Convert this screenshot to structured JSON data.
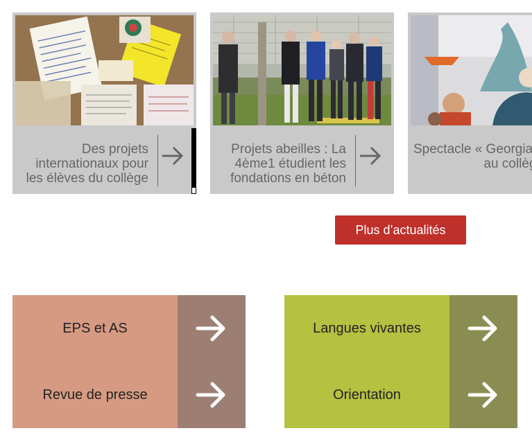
{
  "news": {
    "cards": [
      {
        "title": "Des projets internationaux pour les élèves du collège",
        "image": "letters-photo"
      },
      {
        "title": "Projets abeilles : La 4ème1 étudient les fondations en béton",
        "image": "group-outdoor-photo"
      },
      {
        "title": "Spectacle « Georgia » au collège",
        "image": "performance-photo"
      }
    ],
    "more_label": "Plus d’actualités"
  },
  "tiles": [
    {
      "colors": {
        "main": "#d69a83",
        "side": "#9d7e73"
      },
      "links": [
        {
          "label": "EPS et AS",
          "icon": "arrow-right-icon"
        },
        {
          "label": "Revue de presse",
          "icon": "arrow-right-icon"
        }
      ]
    },
    {
      "colors": {
        "main": "#b5c140",
        "side": "#8a8d52"
      },
      "links": [
        {
          "label": "Langues vivantes",
          "icon": "arrow-right-icon"
        },
        {
          "label": "Orientation",
          "icon": "arrow-right-icon"
        }
      ]
    }
  ]
}
